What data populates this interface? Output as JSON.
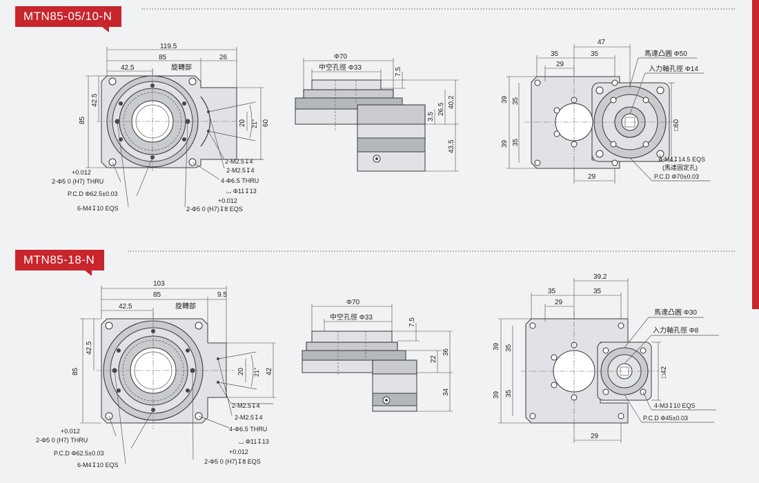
{
  "section1": {
    "title": "MTN85-05/10-N",
    "front": {
      "dims": {
        "w_total": "119.5",
        "w_body": "85",
        "w_ext": "26",
        "w_half": "42.5",
        "h_half": "42.5",
        "h_body": "85",
        "h_ext": "60",
        "h_20": "20",
        "ang": "21°"
      },
      "label_rot": "旋轉部",
      "callouts": [
        "2-M2.5↧4",
        "2-M2.5↧4",
        "4-Φ6.5 THRU",
        "⌴ Φ11↧13",
        "+0.012",
        "2-Φ5   0   (H7)↧8 EQS"
      ],
      "left_callouts": [
        "+0.012",
        "2-Φ5   0    (H7) THRU",
        "P.C.D Φ62.5±0.03",
        "6-M4↧10 EQS"
      ]
    },
    "side": {
      "phi70": "Φ70",
      "bore": "中空孔徑  Φ33",
      "d75": "7.5",
      "d35": "3.5",
      "d265": "26.5",
      "d402": "40.2",
      "d435": "43.5"
    },
    "rear": {
      "d47": "47",
      "d35a": "35",
      "d35b": "35",
      "d29": "29",
      "d29b": "29",
      "d39a": "39",
      "d35c": "35",
      "d39b": "39",
      "d35d": "35",
      "motor": "馬達凸圓   Φ50",
      "shaft": "入力軸孔徑    Φ14",
      "sq": "□60",
      "m4": "4-M4↧14.5 EQS",
      "fix": "(馬達固定孔)",
      "pcd": "P.C.D  Φ70±0.03"
    }
  },
  "section2": {
    "title": "MTN85-18-N",
    "front": {
      "dims": {
        "w_total": "103",
        "w_body": "85",
        "w_ext": "9.5",
        "w_half": "42.5",
        "h_half": "42.5",
        "h_body": "85",
        "h_ext": "42",
        "h_20": "20",
        "ang": "21°"
      },
      "label_rot": "旋轉部",
      "callouts": [
        "2-M2.5↧4",
        "2-M2.5↧4",
        "4-Φ6.5 THRU",
        "⌴ Φ11↧13",
        "+0.012",
        "2-Φ5   0   (H7)↧8 EQS"
      ],
      "left_callouts": [
        "+0.012",
        "2-Φ5   0    (H7) THRU",
        "P.C.D  Φ62.5±0.03",
        "6-M4↧10 EQS"
      ]
    },
    "side": {
      "phi70": "Φ70",
      "bore": "中空孔徑  Φ33",
      "d75": "7.5",
      "d22": "22",
      "d36": "36",
      "d34": "34"
    },
    "rear": {
      "d392": "39.2",
      "d35a": "35",
      "d35b": "35",
      "d29": "29",
      "d29b": "29",
      "d39a": "39",
      "d35c": "35",
      "d39b": "39",
      "d35d": "35",
      "motor": "馬達凸圓   Φ30",
      "shaft": "入力軸孔徑    Φ8",
      "sq": "□42",
      "m3": "4-M3↧10 EQS",
      "pcd": "P.C.D   Φ45±0.03"
    }
  }
}
